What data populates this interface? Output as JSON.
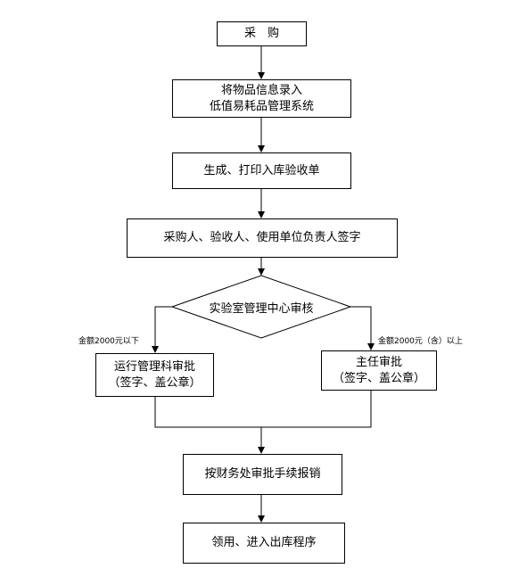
{
  "flow": {
    "purchase": "采　购",
    "record_line1": "将物品信息录入",
    "record_line2": "低值易耗品管理系统",
    "generate": "生成、打印入库验收单",
    "sign": "采购人、验收人、使用单位负责人签字",
    "review": "实验室管理中心审核",
    "left_note": "金额2000元以下",
    "right_note": "金额2000元（含）以上",
    "left_approve_line1": "运行管理科审批",
    "left_approve_line2": "（签字、盖公章）",
    "right_approve_line1": "主任审批",
    "right_approve_line2": "（签字、盖公章）",
    "reimburse": "按财务处审批手续报销",
    "collect": "领用、进入出库程序"
  }
}
